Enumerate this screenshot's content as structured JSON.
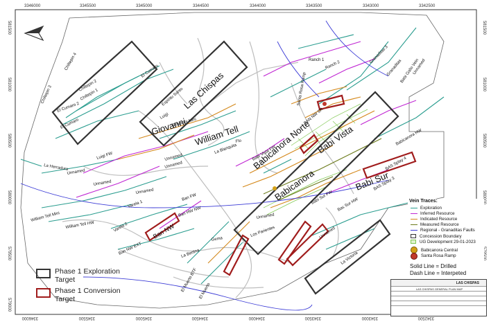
{
  "coords": {
    "top": [
      "3346000",
      "3345500",
      "3345000",
      "3344500",
      "3344000",
      "3343500",
      "3343000",
      "3342500"
    ],
    "bottom": [
      "3346000",
      "3345500",
      "3345000",
      "3344500",
      "3344000",
      "3343500",
      "3343000",
      "3342500"
    ],
    "left": [
      "581500",
      "581000",
      "580500",
      "580000",
      "579500",
      "579000"
    ],
    "right": [
      "581500",
      "581000",
      "580500",
      "580000",
      "579500",
      "579000"
    ]
  },
  "labels": {
    "las_chispas": "Las Chispas",
    "giovanni": "Giovanni",
    "william_tell": "William Tell",
    "babicanora_norte": "Babicanora Norte",
    "babi_vista": "Babi Vista",
    "babicanora": "Babicanora",
    "babi_sur": "Babi Sur",
    "ban_nw": "Ban NW",
    "chiltepin4": "Chiltepin 4",
    "chiltepin3": "Chiltepin 3",
    "chiltepin2": "Chiltepin 2",
    "chiltepin1": "Chiltepin 1",
    "el_cumaro2": "El Cumaro 2",
    "el_cumaro": "El Cumaro",
    "espiritu_santo": "Espíritu Santo",
    "luigi": "Luigi",
    "luigi_fw": "Luigi FW",
    "giovanni_mini": "Giovanni Mini",
    "la_blanquita": "La Blanquita",
    "unnamed": "Unnamed",
    "la_herradura": "La Herradura",
    "william_tell_mini": "William Tell Mini",
    "william_tell_hw": "William Tell HW",
    "varela1": "Varela 1",
    "varela2": "Varela 2",
    "ban_fw": "Ban FW",
    "ban_hw_nw": "Ban HW NW",
    "ban_nw_ext": "Ban NW EXT",
    "la_bertina": "La Bertina",
    "gema": "Gema",
    "el_muerto": "El Muerto",
    "el_muerto_btf": "El Muerto BTF",
    "ranch1": "Ranch 1",
    "ranch2": "Ranch 2",
    "santa_rosa_ramp": "Santa Rosa Ramp",
    "granaditas3": "Granaditas 3",
    "granaditas": "Granaditas",
    "babi_gallo_vein": "Babi Gallo Vein",
    "ban_nw_sr": "BAN NW SR",
    "babicanora_hw": "Babicanora HW",
    "babi_vista_fw": "Babi Vista FW",
    "flo": "Flo",
    "los_parientes": "Los Parientes",
    "la_victoria": "La Victoria",
    "bas_splay4": "BAS Splay 4",
    "bas_splay3": "BAS Splay 3",
    "bas_sur_hw": "Bas Sur HW",
    "babi_sur_fw": "Babi Sur FW"
  },
  "legend": {
    "title": "Vein Traces:",
    "items": [
      {
        "label": "Exploration",
        "color": "#2a9d8f"
      },
      {
        "label": "Inferred Resource",
        "color": "#c026d3"
      },
      {
        "label": "Indicated Resource",
        "color": "#d4881a"
      },
      {
        "label": "Measured Resource",
        "color": "#6b7a1a"
      },
      {
        "label": "Regional - Granaditas Faults",
        "color": "#3b3bd6"
      }
    ],
    "concession": "Concession Boundary",
    "ug_dev": "UG Development 29-01-2023",
    "babicanora_central": "Babicanora Central",
    "santa_rosa_ramp": "Santa Rosa Ramp",
    "solid": "Solid Line = Drilled",
    "dash": "Dash Line = Interpeted"
  },
  "phase": {
    "exploration": "Phase 1 Exploration Target",
    "conversion": "Phase 1 Conversion Target",
    "exploration_color": "#333333",
    "conversion_color": "#a01c1c"
  },
  "titleblock": {
    "company": "LAS CHISPAS",
    "plan": "LAS CHISPAS GENERAL PLAN MAP"
  }
}
